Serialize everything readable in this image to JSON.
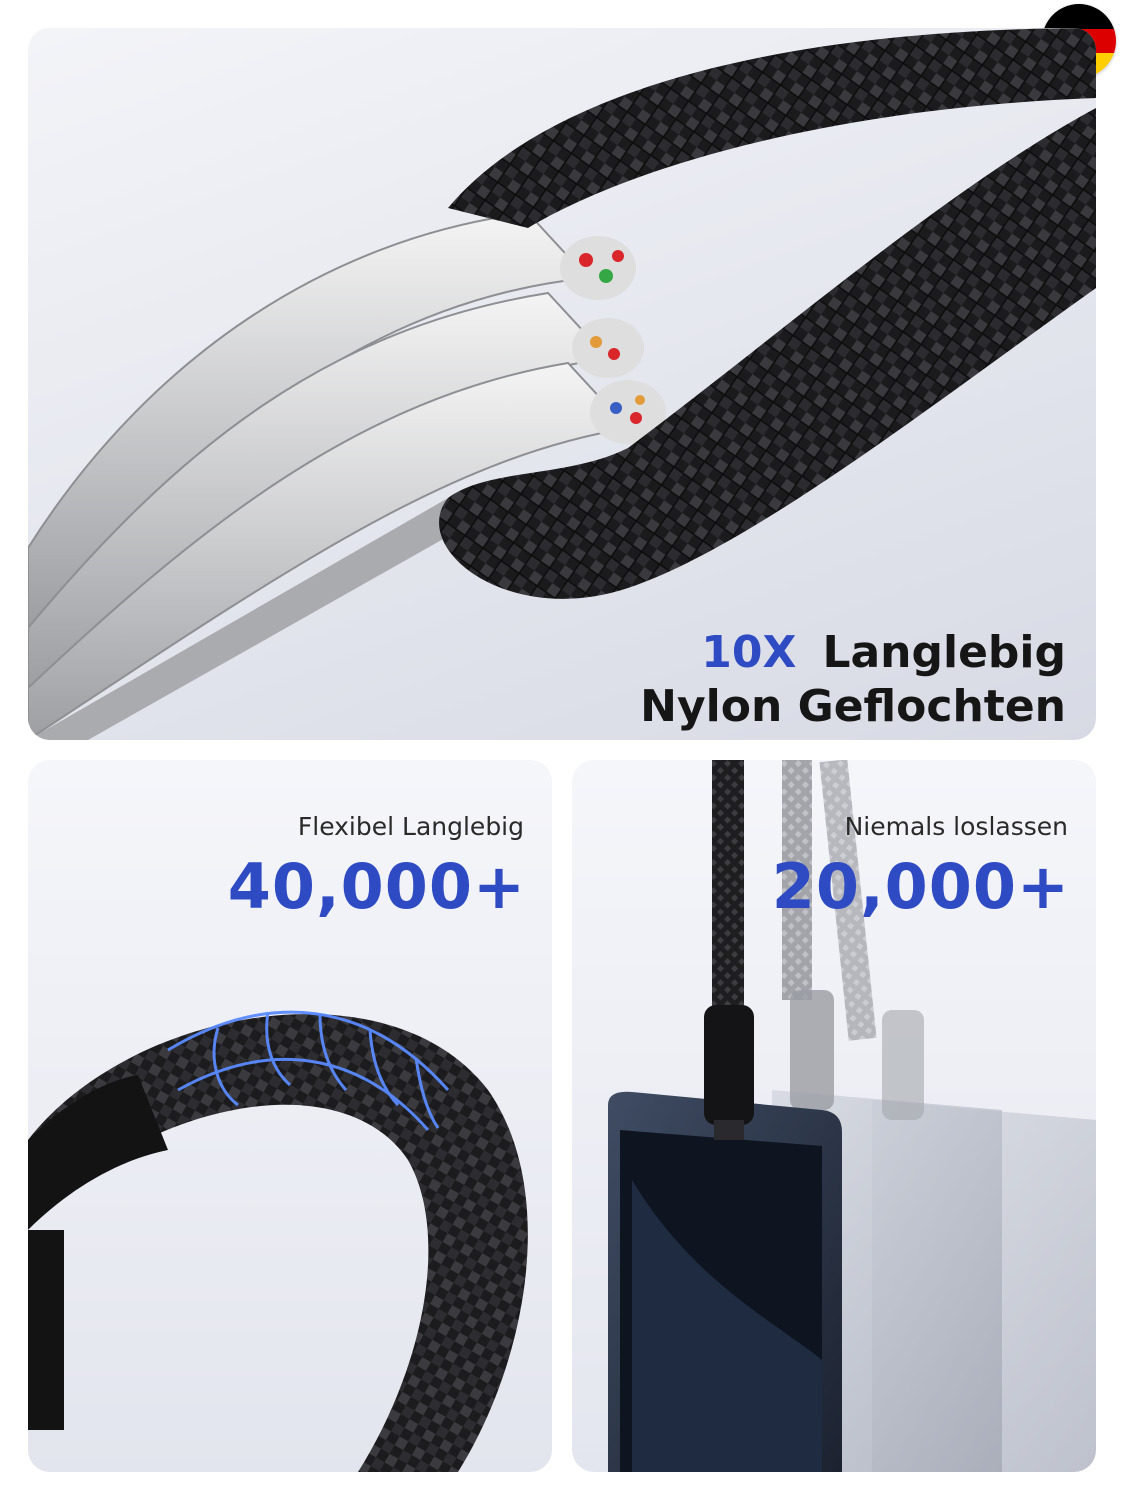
{
  "badge": {
    "country": "Germany",
    "colors": [
      "#000000",
      "#dd0000",
      "#ffce00"
    ]
  },
  "hero": {
    "accent": "10X",
    "line1": "Langlebig",
    "line2": "Nylon Geflochten",
    "accent_color": "#2f4bc4"
  },
  "flex_card": {
    "subtitle": "Flexibel Langlebig",
    "value": "40,000+"
  },
  "plug_card": {
    "subtitle": "Niemals loslassen",
    "value": "20,000+"
  }
}
